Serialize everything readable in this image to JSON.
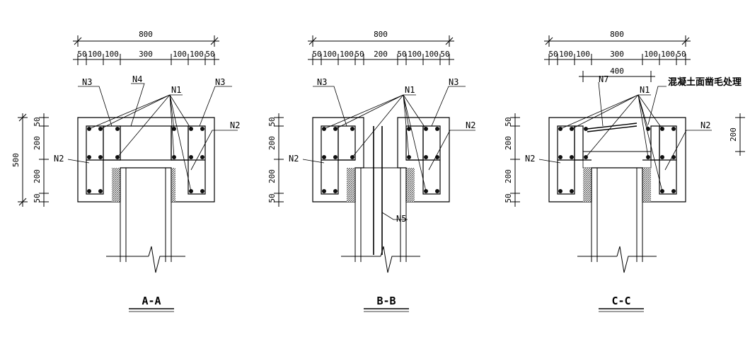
{
  "sections": [
    {
      "title": "A-A",
      "total_dim": "800",
      "sub_dims": [
        "50",
        "100",
        "100",
        "300",
        "100",
        "100",
        "50"
      ],
      "left_dims": [
        "50",
        "200",
        "200",
        "50"
      ],
      "overall_left_dim": "500",
      "labels": {
        "n1": "N1",
        "n2": "N2",
        "n3_left": "N3",
        "n3_right": "N3",
        "n4": "N4",
        "n2_right": "N2"
      }
    },
    {
      "title": "B-B",
      "total_dim": "800",
      "sub_dims": [
        "50",
        "100",
        "100",
        "50",
        "200",
        "50",
        "100",
        "100",
        "50"
      ],
      "left_dims": [
        "50",
        "200",
        "200",
        "50"
      ],
      "labels": {
        "n1": "N1",
        "n2": "N2",
        "n3_left": "N3",
        "n3_right": "N3",
        "n5": "N5",
        "n2_right": "N2"
      }
    },
    {
      "title": "C-C",
      "total_dim": "800",
      "sub_dims": [
        "50",
        "100",
        "100",
        "300",
        "100",
        "100",
        "50"
      ],
      "left_dims": [
        "50",
        "200",
        "200",
        "50"
      ],
      "top_dim": "400",
      "right_dim": "200",
      "labels": {
        "n1": "N1",
        "n2": "N2",
        "n7": "N7",
        "n2_right": "N2"
      },
      "note": "混凝土面凿毛处理"
    }
  ],
  "colors": {
    "line": "#000000",
    "hatch": "#555555",
    "bar": "#111111"
  }
}
